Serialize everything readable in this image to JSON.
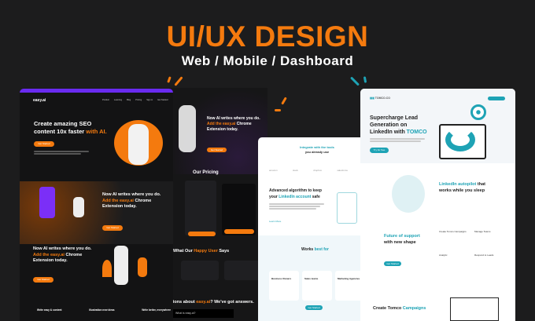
{
  "header": {
    "title": "UI/UX DESIGN",
    "subtitle": "Web / Mobile / Dashboard"
  },
  "colors": {
    "accent_orange": "#f47a0e",
    "accent_purple": "#7b2ff7",
    "accent_teal": "#1ea3b5",
    "background": "#1c1c1d"
  },
  "easyai": {
    "logo": "easy.ai",
    "nav": [
      "Product",
      "Learning",
      "Blog",
      "Pricing",
      "Sign in",
      "Get Started"
    ],
    "hero_line1": "Create amazing SEO",
    "hero_line2a": "content 10x faster ",
    "hero_line2b": "with AI.",
    "hero_cta": "Get Started",
    "section1_line1": "Now AI writes where you do.",
    "section1_line2a": "Add the easy.ai ",
    "section1_line2b": "Chrome",
    "section1_line3": "Extension today.",
    "section_cta": "Get Started",
    "features": [
      "Write easy & content",
      "Illustration new ideas",
      "Write better, everywhere"
    ]
  },
  "easyai_pages": {
    "pricing_title": "Our Pricing",
    "testimonials_a": "What Our ",
    "testimonials_b": "Happy User",
    "testimonials_c": " Says",
    "faq_a": "stions about ",
    "faq_b": "easy.ai",
    "faq_c": "? We've got answers.",
    "faq_item": "What is easy.ai?"
  },
  "tomco_mid": {
    "integrate_a": "Integrate with the tools",
    "integrate_b": "you already use",
    "logos": [
      "amazon",
      "slack",
      "dropbox",
      "salesforce"
    ],
    "algo_a": "Advanced algorithm to keep",
    "algo_b": "your ",
    "algo_c": "LinkedIn account",
    "algo_d": " safe",
    "learn_more": "Learn More",
    "works_a": "Works ",
    "works_b": "best for",
    "cards": [
      "Business Owners",
      "Sales teams",
      "Marketing Agencies"
    ],
    "cta": "Get Started"
  },
  "tomco": {
    "logo": "TOMCO.CO",
    "hero_line1": "Supercharge Lead",
    "hero_line2": "Generation on",
    "hero_line3a": "LinkedIn with ",
    "hero_line3b": "TOMCO",
    "hero_cta": "Try for free",
    "autopilot_a": "LinkedIn autopilot",
    "autopilot_b": " that",
    "autopilot_c": "works while you sleep",
    "future_a": "Future of support",
    "future_b": "with new shape",
    "future_cta": "Get Started",
    "features": [
      "Create Tomco Campaigns",
      "Manage Teams",
      "Analytic",
      "Respond to Leads"
    ],
    "campaigns_a": "Create Tomco ",
    "campaigns_b": "Campaigns"
  }
}
